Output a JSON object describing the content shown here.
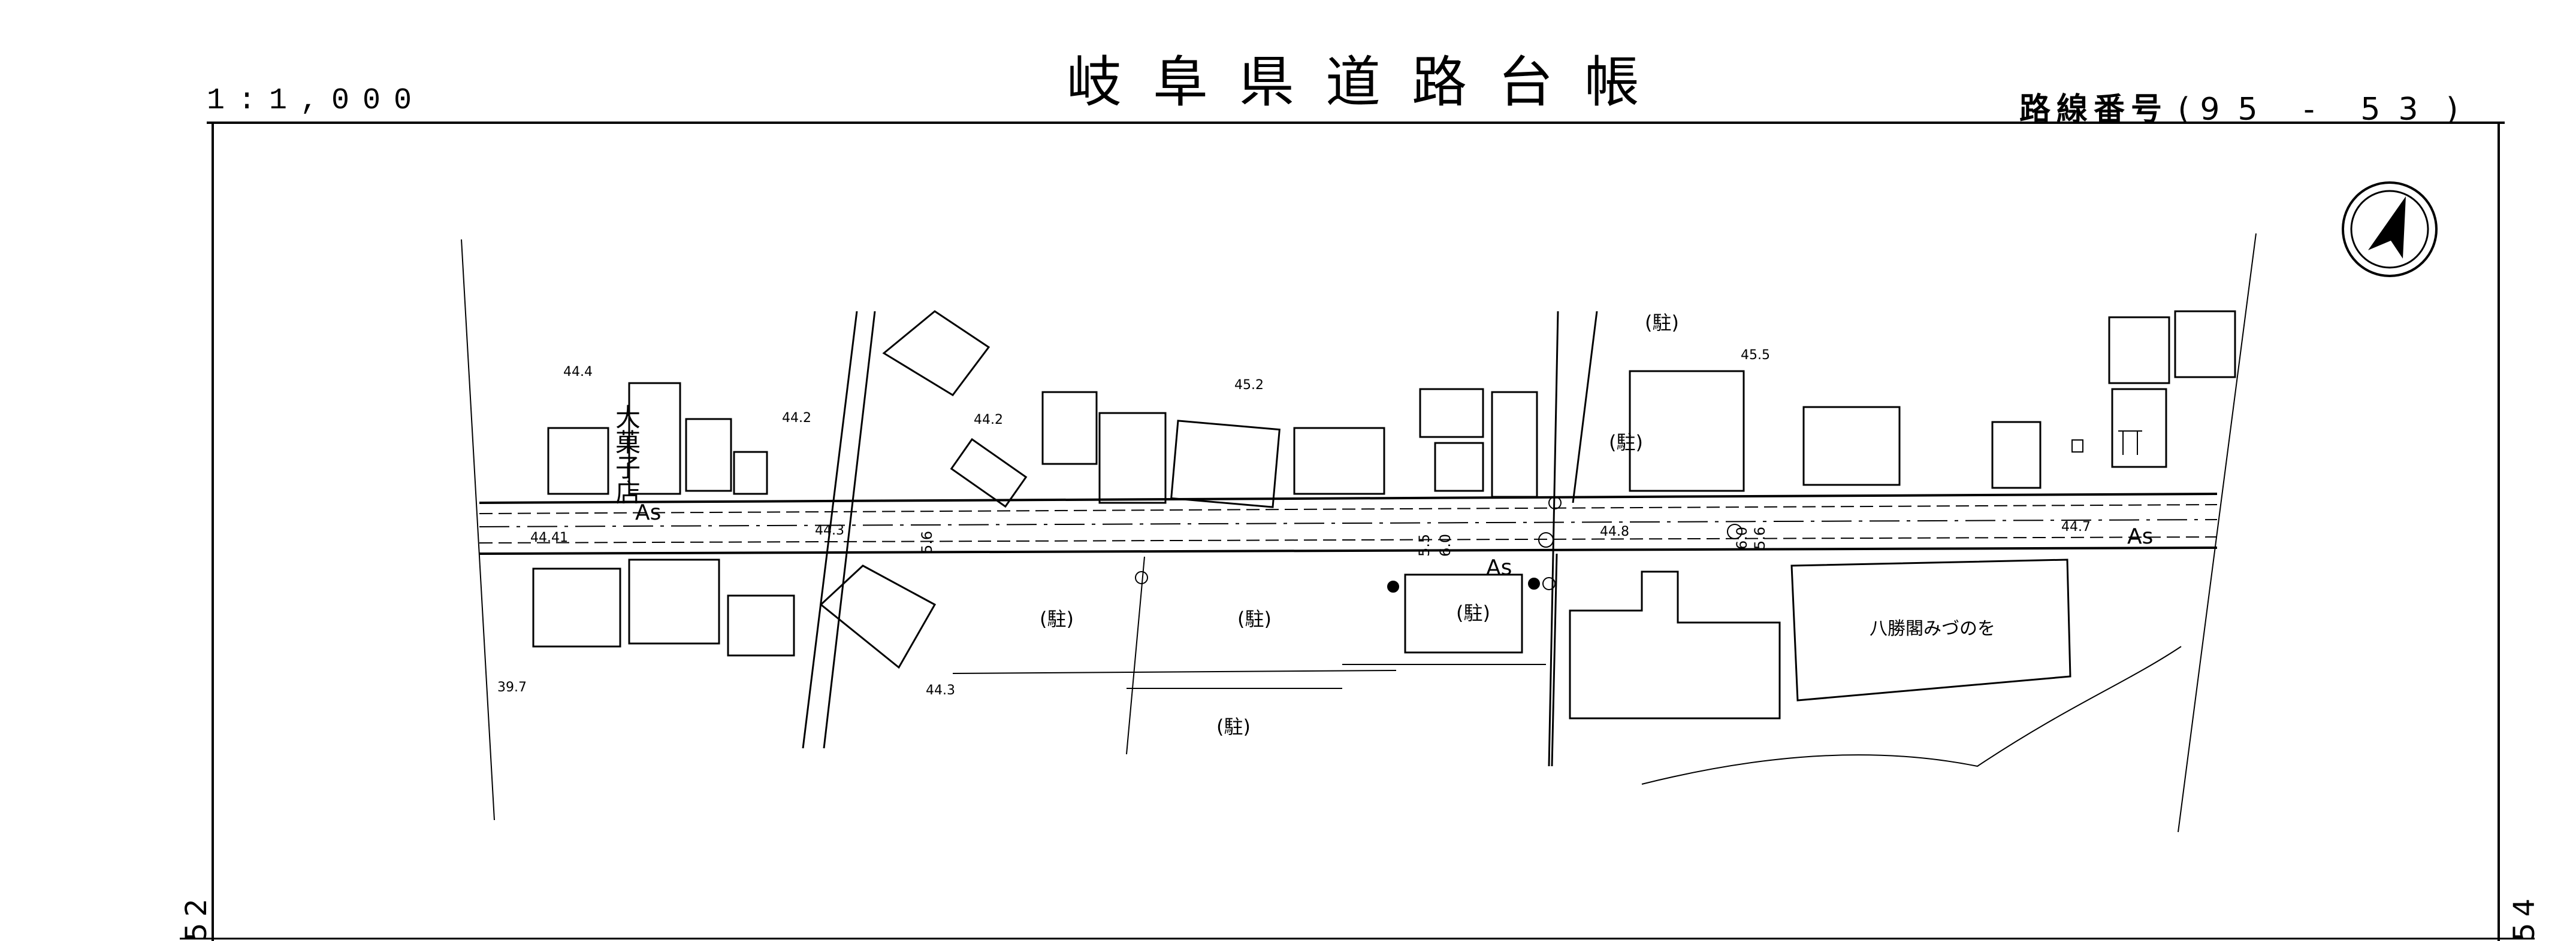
{
  "header": {
    "title": "岐阜県道路台帳",
    "scale": "1:1,000",
    "route_label": "路線番号",
    "route_open": "(",
    "route_number": "95 - 53",
    "route_close": ")"
  },
  "adjacent_sheets": {
    "left": "52",
    "right": "54"
  },
  "map_labels": {
    "shop_name": "大菓子店",
    "building_name": "八勝閣みづのを",
    "parking": "(駐)",
    "road_surface": "As"
  },
  "elevations": [
    "44.4",
    "44.2",
    "44.2",
    "45.2",
    "45.5",
    "44.41",
    "44.3",
    "44.8",
    "44.7",
    "39.7",
    "44.3"
  ],
  "road_widths": [
    "5.6",
    "5.5",
    "6.0",
    "6.0",
    "5.6"
  ],
  "icons": {
    "north_arrow": "north-arrow-icon"
  }
}
